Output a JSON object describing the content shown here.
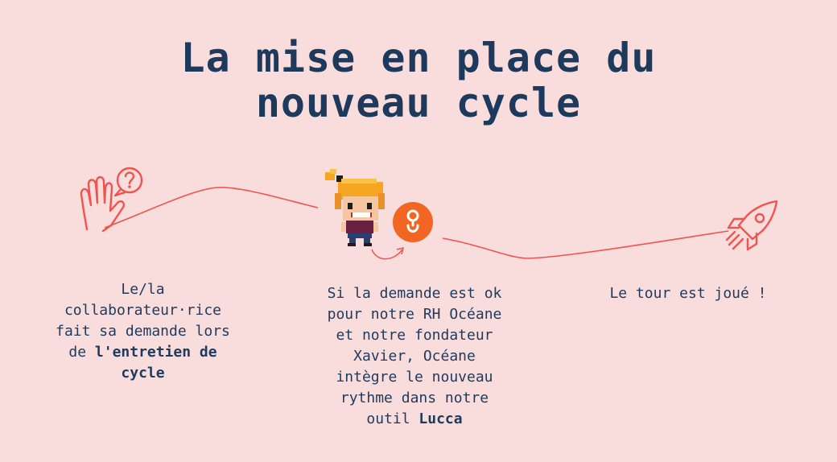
{
  "title": {
    "line1": "La mise en place du",
    "line2": "nouveau cycle"
  },
  "steps": [
    {
      "icon": "raised-hand-question-icon",
      "lines": [
        "Le/la",
        "collaborateur·rice",
        "fait sa demande lors",
        "de "
      ],
      "bold": [
        "l'entretien de",
        "cycle"
      ]
    },
    {
      "icon": "pixel-character-icon",
      "lines": [
        "Si la demande est ok",
        "pour notre RH Océane",
        "et notre fondateur",
        "Xavier, Océane",
        "intègre le nouveau",
        "rythme dans notre",
        "outil "
      ],
      "bold": [
        "Lucca"
      ]
    },
    {
      "icon": "rocket-icon",
      "lines": [
        "Le tour est joué !"
      ]
    }
  ],
  "colors": {
    "background": "#f9dcdc",
    "title": "#1d3a5c",
    "line": "#f0544f",
    "badge": "#f26522"
  }
}
